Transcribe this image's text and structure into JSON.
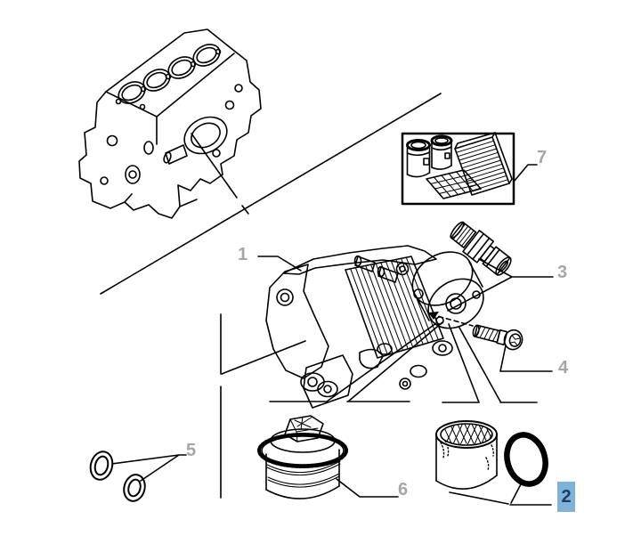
{
  "diagram": {
    "title": "engine-oil-filter-and-cooler-exploded-parts-drawing",
    "colors": {
      "background": "#ffffff",
      "line": "#000000",
      "callout": "#a6a6a6",
      "highlight_bg": "#7fb2d8",
      "highlight_text": "#1b3c63"
    },
    "callouts": [
      {
        "num": "1",
        "highlighted": false
      },
      {
        "num": "2",
        "highlighted": true
      },
      {
        "num": "3",
        "highlighted": false
      },
      {
        "num": "4",
        "highlighted": false
      },
      {
        "num": "5",
        "highlighted": false
      },
      {
        "num": "6",
        "highlighted": false
      },
      {
        "num": "7",
        "highlighted": false
      }
    ]
  }
}
